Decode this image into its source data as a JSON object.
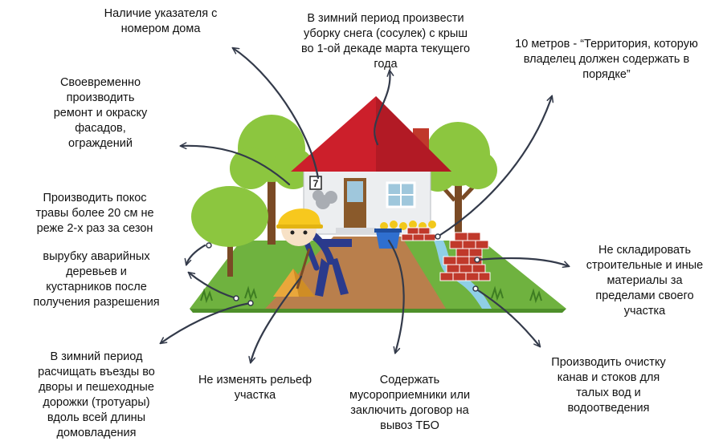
{
  "diagram": {
    "house_number": "7",
    "labels": {
      "house_number_sign": "Наличие указателя с\nномером дома",
      "snow_removal": "В зимний период произвести\nуборку снега (сосулек) с крыш\nво 1-ой декаде марта текущего\nгода",
      "territory_10m": "10 метров - “Территория, которую\nвладелец должен содержать в\nпорядке”",
      "facade_repair": "Своевременно\nпроизводить\nремонт и окраску\nфасадов,\nограждений",
      "grass_mowing": "Производить покос\nтравы более 20 см не\nреже 2-х раз за сезон",
      "tree_cutting": "вырубку аварийных\nдеревьев и\nкустарников после\nполучения разрешения",
      "no_materials": "Не складировать\nстроительные и иные\nматериалы за\nпределами своего\nучастка",
      "winter_clearing": "В зимний период\nрасчищать въезды во\nдворы и пешеходные\nдорожки (тротуары)\nвдоль всей длины\nдомовладения",
      "terrain": "Не изменять рельеф\nучастка",
      "garbage": "Содержать\nмусороприемники или\nзаключить договор на\nвывоз ТБО",
      "ditches": "Производить очистку\nканав и стоков для\nталых вод и\nводоотведения"
    }
  },
  "colors": {
    "roof": "#cc1f2b",
    "roof_dark": "#8e1018",
    "wall": "#eceef0",
    "door": "#8a5a2b",
    "window": "#9fc7dc",
    "grass": "#6fb23f",
    "grass_dark": "#4e8f2a",
    "path": "#b97f4c",
    "tree": "#8cc63f",
    "trunk": "#7a4a25",
    "brick": "#c0392b",
    "water": "#8fcfe6",
    "helmet": "#f7c81e",
    "bin": "#2f6fcf",
    "arrow": "#333a4a"
  }
}
